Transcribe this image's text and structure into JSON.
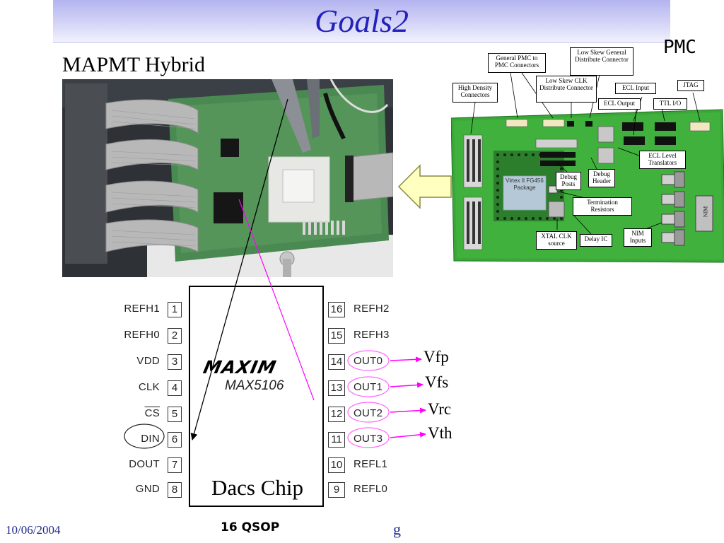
{
  "title": "Goals2",
  "pmc_label": "PMC",
  "hybrid_label": "MAPMT Hybrid",
  "pmc_board": {
    "callouts": [
      "General PMC to PMC Connectors",
      "Low Skew General Distribute Connector",
      "High Density Connectors",
      "Low Skew CLK Distribute Connector",
      "ECL Input",
      "JTAG",
      "ECL Output",
      "TTL I/O",
      "Debug Posts",
      "Debug Header",
      "ECL Level Translators",
      "Termination Resistors",
      "XTAL CLK source",
      "Delay IC",
      "NIM Inputs"
    ],
    "fpga_label": "Virtex II FG456 Package",
    "nim_label": "NIM"
  },
  "chip": {
    "logo": "MAXIM",
    "part_number": "MAX5106",
    "caption": "Dacs Chip",
    "left_pins": [
      {
        "name": "REFH1",
        "num": "1"
      },
      {
        "name": "REFH0",
        "num": "2"
      },
      {
        "name": "VDD",
        "num": "3"
      },
      {
        "name": "CLK",
        "num": "4"
      },
      {
        "name": "CS",
        "num": "5"
      },
      {
        "name": "DIN",
        "num": "6"
      },
      {
        "name": "DOUT",
        "num": "7"
      },
      {
        "name": "GND",
        "num": "8"
      }
    ],
    "right_pins": [
      {
        "name": "REFH2",
        "num": "16"
      },
      {
        "name": "REFH3",
        "num": "15"
      },
      {
        "name": "OUT0",
        "num": "14"
      },
      {
        "name": "OUT1",
        "num": "13"
      },
      {
        "name": "OUT2",
        "num": "12"
      },
      {
        "name": "OUT3",
        "num": "11"
      },
      {
        "name": "REFL1",
        "num": "10"
      },
      {
        "name": "REFL0",
        "num": "9"
      }
    ],
    "outputs": [
      "Vfp",
      "Vfs",
      "Vrc",
      "Vth"
    ]
  },
  "footer": {
    "date": "10/06/2004",
    "package": "16 QSOP",
    "page": "g"
  },
  "colors": {
    "title": "#2222bb",
    "pcb_green": "#3aa838",
    "magenta": "#ff00ff",
    "yellow_arrow": "#ffffc0"
  }
}
